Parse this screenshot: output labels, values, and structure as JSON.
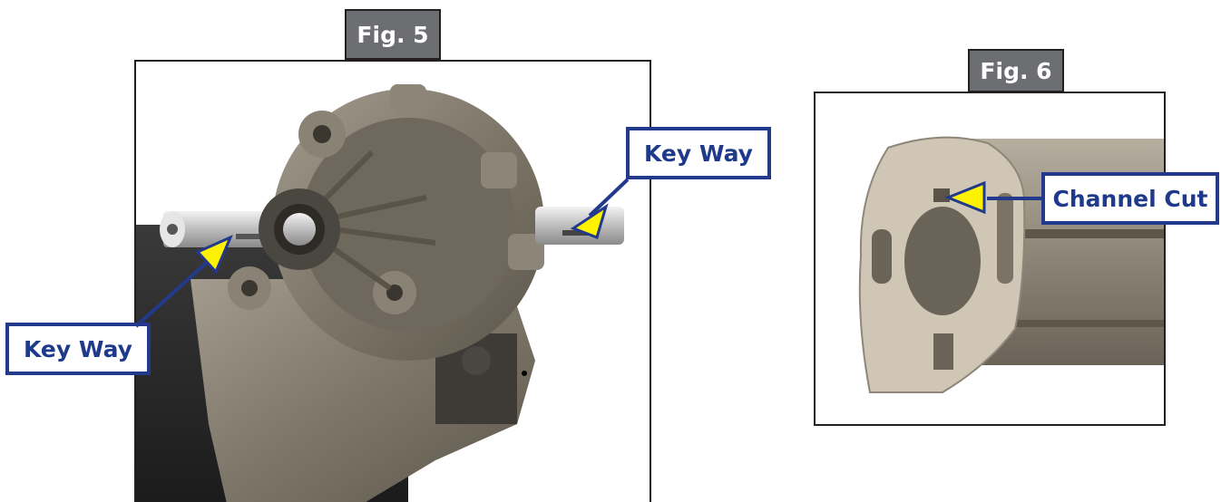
{
  "fig5": {
    "label": "Fig. 5",
    "callout_left": "Key Way",
    "callout_right": "Key Way"
  },
  "fig6": {
    "label": "Fig. 6",
    "callout": "Channel Cut"
  },
  "colors": {
    "tab_fill": "#6d6e71",
    "callout_border": "#23398c",
    "arrow_fill": "#fff200",
    "metal": "#8d8577"
  }
}
